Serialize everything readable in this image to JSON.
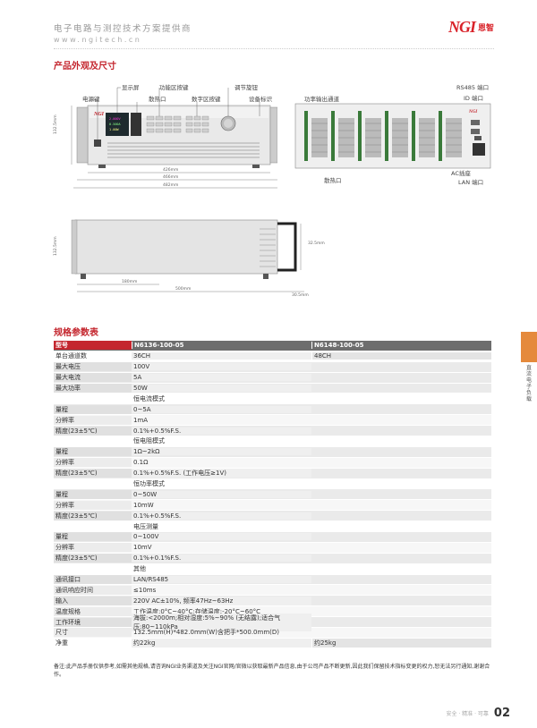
{
  "header": {
    "tagline": "电子电路与测控技术方案提供商",
    "url": "www.ngitech.cn",
    "brand": "NGI",
    "brand_cn": "恩智"
  },
  "section1": {
    "title": "产品外观及尺寸"
  },
  "front_labels": {
    "power_key": "电源键",
    "display": "显示屏",
    "vent": "散热口",
    "func_keys": "功能区按键",
    "num_keys": "数字区按键",
    "knob": "调节旋钮",
    "device_id": "设备标识"
  },
  "rear_labels": {
    "power_channel": "功率输出通道",
    "vent": "散热口",
    "rs485": "RS485 端口",
    "id": "ID 端口",
    "ac": "AC插座",
    "lan": "LAN 端口"
  },
  "dims": {
    "h_front": "132.5mm",
    "w1": "426mm",
    "w2": "466mm",
    "w3": "482mm",
    "h_side": "132.5mm",
    "d1": "180mm",
    "d2": "500mm",
    "d3": "30.5mm",
    "d4": "32.5mm"
  },
  "section2": {
    "title": "规格参数表"
  },
  "table": {
    "head": {
      "c1": "型号",
      "c2": "N6136-100-05",
      "c3": "N6148-100-05"
    },
    "rows": [
      {
        "c1": "单台通道数",
        "c2": "36CH",
        "c3": "48CH",
        "type": "split"
      },
      {
        "c1": "最大电压",
        "c2": "100V",
        "type": "s"
      },
      {
        "c1": "最大电流",
        "c2": "5A",
        "type": "s"
      },
      {
        "c1": "最大功率",
        "c2": "50W",
        "type": "s"
      },
      {
        "c1": "",
        "c2": "恒电流模式",
        "type": "sub"
      },
      {
        "c1": "量程",
        "c2": "0~5A",
        "type": "s"
      },
      {
        "c1": "分辨率",
        "c2": "1mA",
        "type": "w"
      },
      {
        "c1": "精度(23±5℃)",
        "c2": "0.1%+0.5%F.S.",
        "type": "s"
      },
      {
        "c1": "",
        "c2": "恒电阻模式",
        "type": "sub"
      },
      {
        "c1": "量程",
        "c2": "1Ω~2kΩ",
        "type": "s"
      },
      {
        "c1": "分辨率",
        "c2": "0.1Ω",
        "type": "w"
      },
      {
        "c1": "精度(23±5℃)",
        "c2": "0.1%+0.5%F.S. (工作电压≥1V)",
        "type": "s"
      },
      {
        "c1": "",
        "c2": "恒功率模式",
        "type": "sub"
      },
      {
        "c1": "量程",
        "c2": "0~50W",
        "type": "s"
      },
      {
        "c1": "分辨率",
        "c2": "10mW",
        "type": "w"
      },
      {
        "c1": "精度(23±5℃)",
        "c2": "0.1%+0.5%F.S.",
        "type": "s"
      },
      {
        "c1": "",
        "c2": "电压测量",
        "type": "sub"
      },
      {
        "c1": "量程",
        "c2": "0~100V",
        "type": "s"
      },
      {
        "c1": "分辨率",
        "c2": "10mV",
        "type": "w"
      },
      {
        "c1": "精度(23±5℃)",
        "c2": "0.1%+0.1%F.S.",
        "type": "s"
      },
      {
        "c1": "",
        "c2": "其他",
        "type": "sub"
      },
      {
        "c1": "通讯接口",
        "c2": "LAN/RS485",
        "type": "s"
      },
      {
        "c1": "通讯响应时间",
        "c2": "≤10ms",
        "type": "w"
      },
      {
        "c1": "输入",
        "c2": "220V AC±10%, 频率47Hz~63Hz",
        "type": "s"
      },
      {
        "c1": "温度规格",
        "c2": "工作温度:0°C~40°C;存储温度:-20°C~60°C",
        "type": "w"
      },
      {
        "c1": "工作环境",
        "c2": "海拔:<2000m;相对湿度:5%~90% (无结露);适合气压:80~110kPa",
        "type": "s"
      },
      {
        "c1": "尺寸",
        "c2": "132.5mm(H)*482.0mm(W)含把手*500.0mm(D)",
        "type": "w"
      },
      {
        "c1": "净重",
        "c2": "约22kg",
        "c3": "约25kg",
        "type": "split"
      }
    ]
  },
  "note": "备注:此产品手册仅供参考,如需其他规格,请咨询NGI业务渠道及关注NGI官网/官微以获取最新产品信息,由于公司产品不断更新,因此我们保留技术指标变更的权力,恕无法另行通知,谢谢合作。",
  "side_tab": "直流电子负载",
  "footer": {
    "tags": "安全 · 精准 · 可靠",
    "page": "02"
  },
  "colors": {
    "brand_red": "#c4262e",
    "side_orange": "#e58a3c",
    "table_head_gray": "#6d6d6d"
  },
  "screen_display": {
    "v": "2.000V",
    "a": "0.500A",
    "w": "1.00W"
  }
}
